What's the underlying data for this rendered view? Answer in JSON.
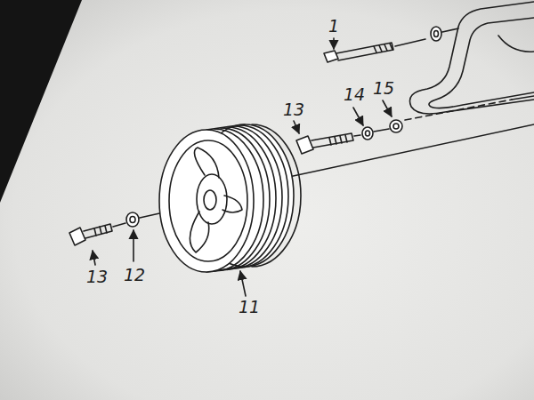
{
  "diagram": {
    "labels": [
      "1",
      "13",
      "14",
      "15",
      "13",
      "12",
      "11"
    ]
  }
}
